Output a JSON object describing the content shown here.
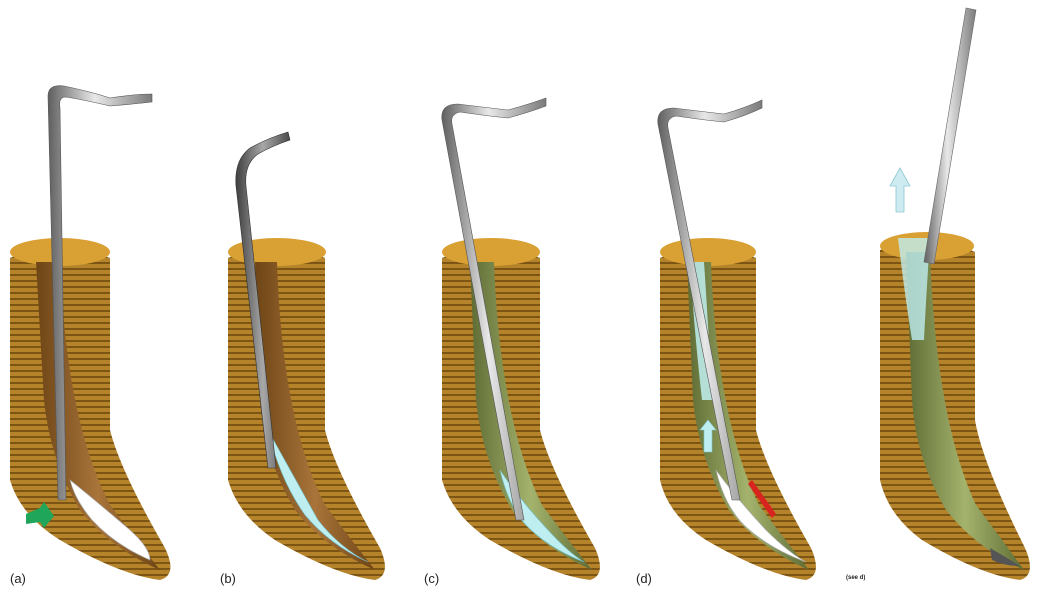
{
  "figure": {
    "panels": [
      {
        "id": "a",
        "label": "(a)"
      },
      {
        "id": "b",
        "label": "(b)"
      },
      {
        "id": "c",
        "label": "(c)"
      },
      {
        "id": "d",
        "label": "(d)"
      },
      {
        "id": "e",
        "label": ""
      }
    ],
    "small_caption": "(see d)",
    "colors": {
      "dentin": "#b5832a",
      "dentin_stripe": "#7c5413",
      "crown_top": "#d9a034",
      "canal_pulp": "#8a5a22",
      "canal_irrigant": "#7e8f4a",
      "instrument_light": "#dcdcdc",
      "instrument_dark": "#6f6f6f",
      "debris": "#ffffff",
      "bubbles": "#bfeef0",
      "green_arrow": "#1fa65a",
      "red_marker": "#d8241f",
      "blue_arrow": "#9fd5df"
    }
  }
}
